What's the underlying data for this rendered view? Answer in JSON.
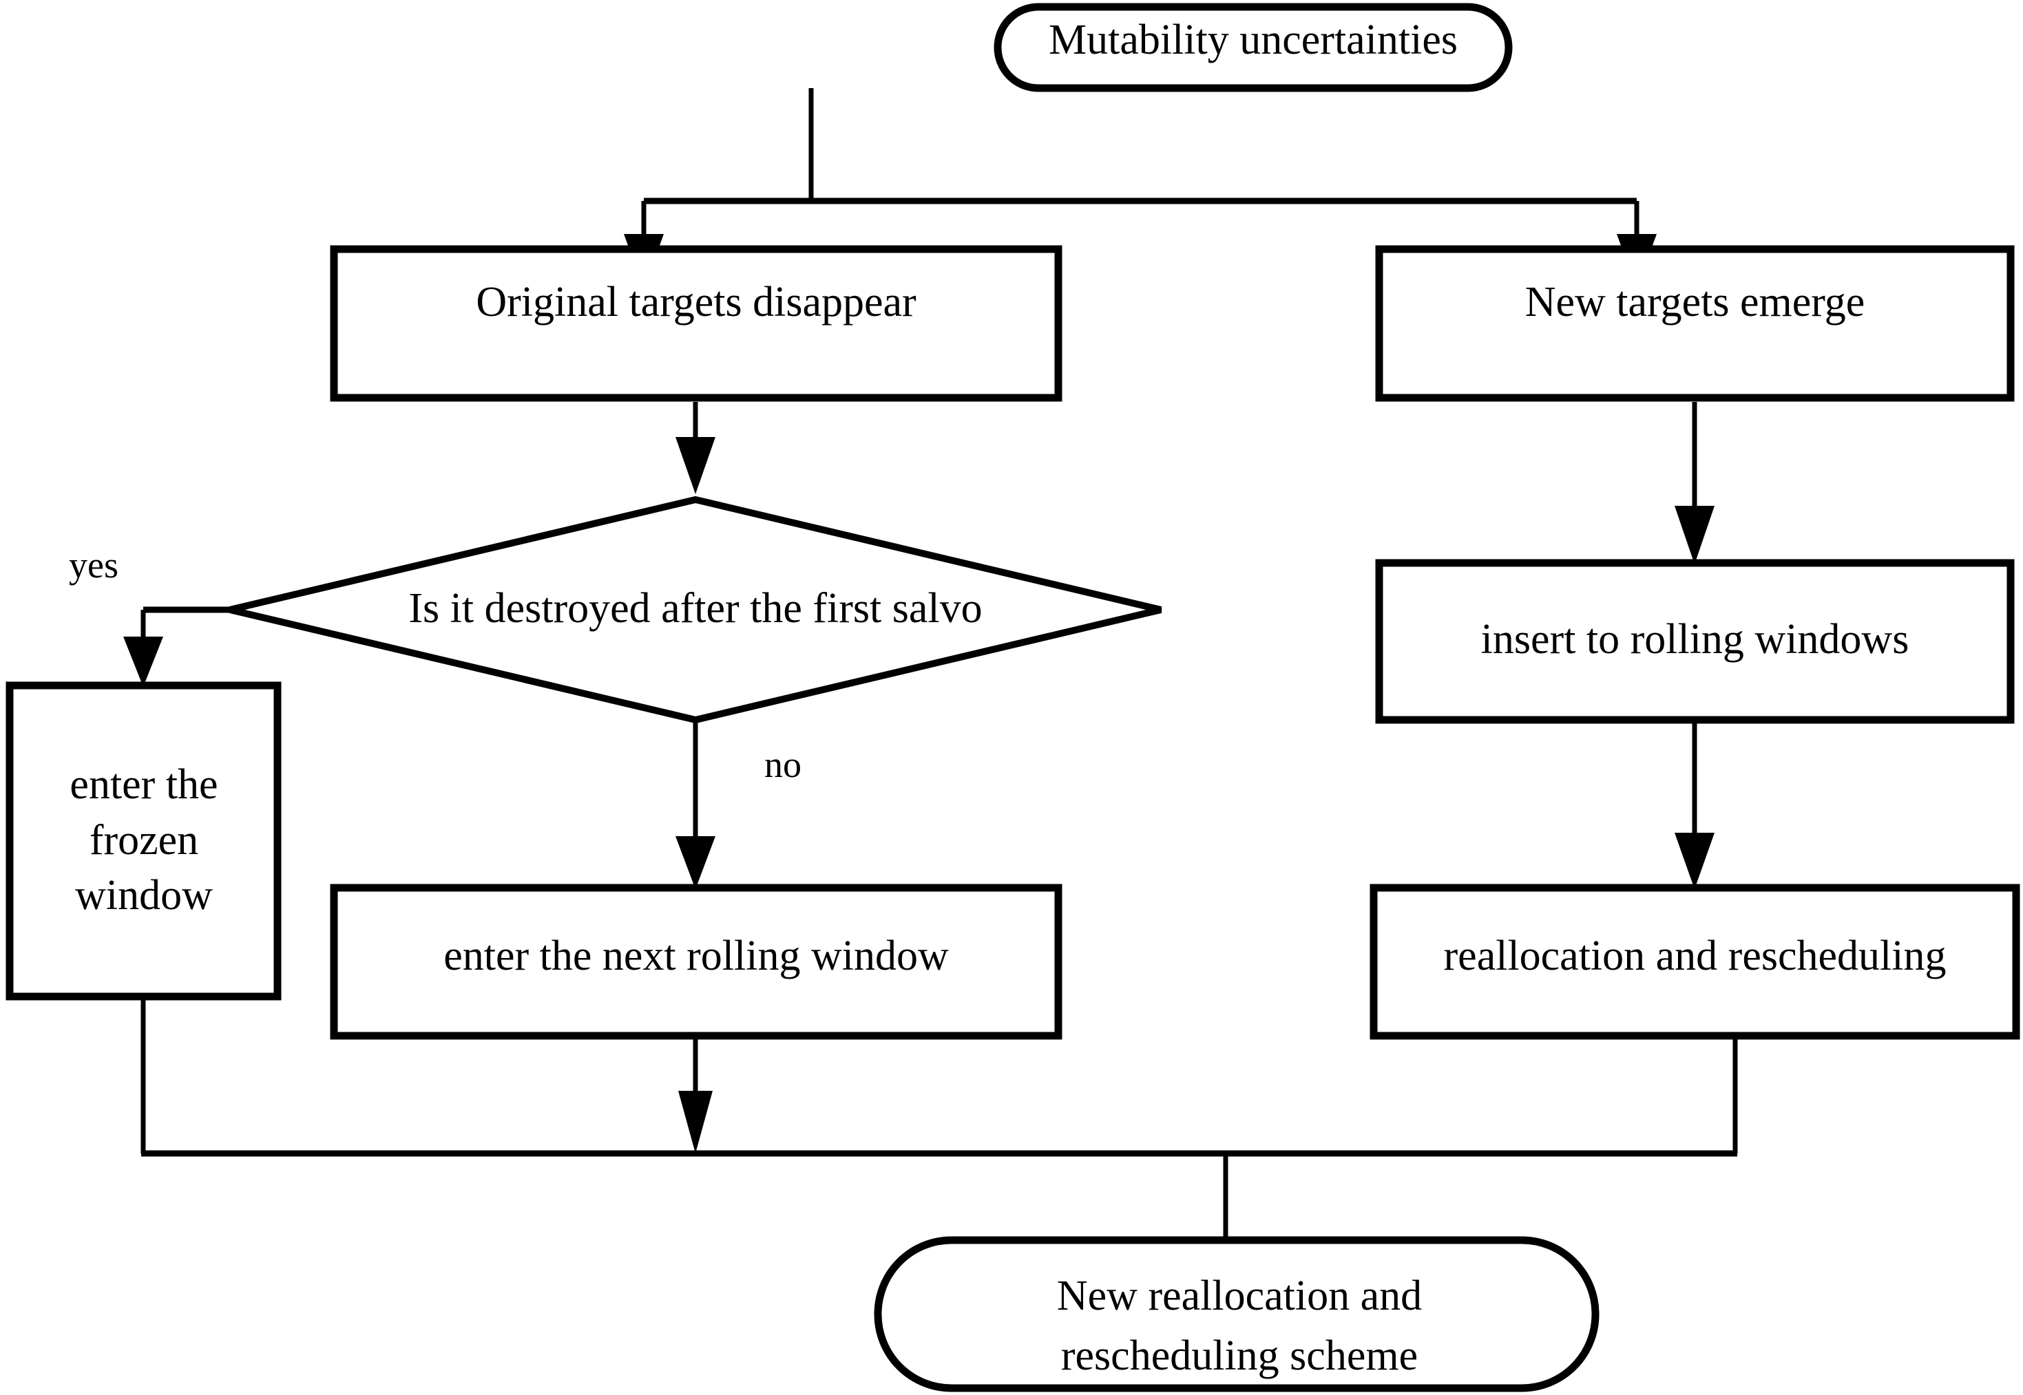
{
  "diagram": {
    "title": "Mutability uncertainties flowchart",
    "type": "flowchart",
    "background_color": "#ffffff",
    "stroke_color": "#000000",
    "nodes": {
      "start": {
        "label": "Mutability uncertainties",
        "shape": "stadium"
      },
      "left_branch": {
        "label": "Original targets disappear",
        "shape": "rectangle"
      },
      "right_branch": {
        "label": "New targets emerge",
        "shape": "rectangle"
      },
      "decision": {
        "label": "Is it destroyed after the first salvo",
        "shape": "diamond"
      },
      "frozen_window": {
        "shape": "rectangle",
        "line1": "enter the",
        "line2": "frozen",
        "line3": "window"
      },
      "next_rolling_window": {
        "label": "enter the next rolling window",
        "shape": "rectangle"
      },
      "insert_rolling_windows": {
        "label": "insert to rolling windows",
        "shape": "rectangle"
      },
      "reallocation_rescheduling": {
        "label": "reallocation and rescheduling",
        "shape": "rectangle"
      },
      "end": {
        "shape": "stadium",
        "line1": "New reallocation and",
        "line2": "rescheduling scheme"
      }
    },
    "edge_labels": {
      "yes": "yes",
      "no": "no"
    }
  }
}
